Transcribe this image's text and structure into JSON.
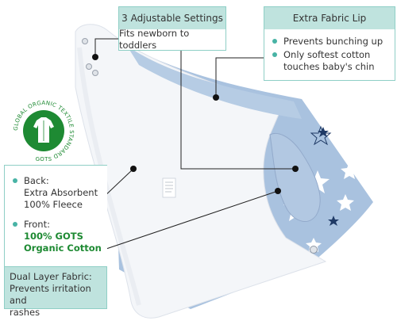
{
  "settings_callout": {
    "title": "3 Adjustable Settings",
    "body": "Fits newborn to toddlers"
  },
  "lip_callout": {
    "title": "Extra Fabric Lip",
    "points": [
      "Prevents bunching up",
      "Only softest cotton touches baby's chin"
    ]
  },
  "back_front_callout": {
    "back_label": "Back:",
    "back_lines": [
      "Extra Absorbent",
      "100% Fleece"
    ],
    "front_label": "Front:",
    "front_lines": [
      "100% GOTS",
      "Organic Cotton"
    ]
  },
  "dual_layer_callout": {
    "lines": [
      "Dual Layer Fabric:",
      "Prevents irritation and",
      "rashes"
    ]
  },
  "logo": {
    "ring_text": "GLOBAL ORGANIC TEXTILE STANDARD",
    "abbrev": "GOTS"
  },
  "colors": {
    "accent_teal": "#48b3a5",
    "callout_fill": "#bfe3de",
    "callout_border": "#8fcfc6",
    "star_fabric": "#a8c1de",
    "organic_green": "#1e8a33"
  }
}
